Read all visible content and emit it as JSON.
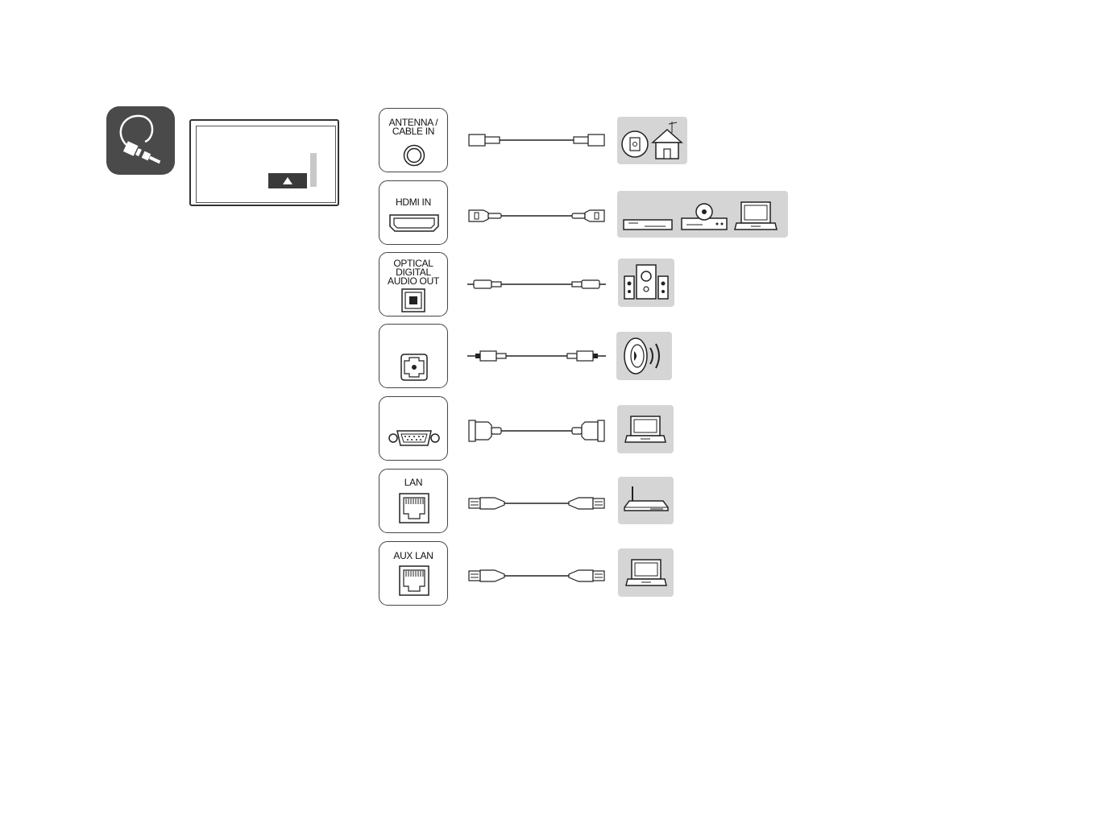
{
  "rows": [
    {
      "id": "antenna",
      "label": "ANTENNA /\nCABLE IN",
      "device": "antenna-house-icon"
    },
    {
      "id": "hdmi",
      "label": "HDMI IN",
      "device": "av-devices-icon"
    },
    {
      "id": "optical",
      "label": "OPTICAL\nDIGITAL\nAUDIO OUT",
      "device": "speakers-icon"
    },
    {
      "id": "audio",
      "label": "",
      "device": "sound-icon"
    },
    {
      "id": "rgb",
      "label": "",
      "device": "laptop-icon"
    },
    {
      "id": "lan",
      "label": "LAN",
      "device": "router-icon"
    },
    {
      "id": "auxlan",
      "label": "AUX LAN",
      "device": "laptop-icon"
    }
  ],
  "colors": {
    "dark": "#4a4a4a",
    "device_bg": "#d5d5d5",
    "line": "#333333"
  }
}
